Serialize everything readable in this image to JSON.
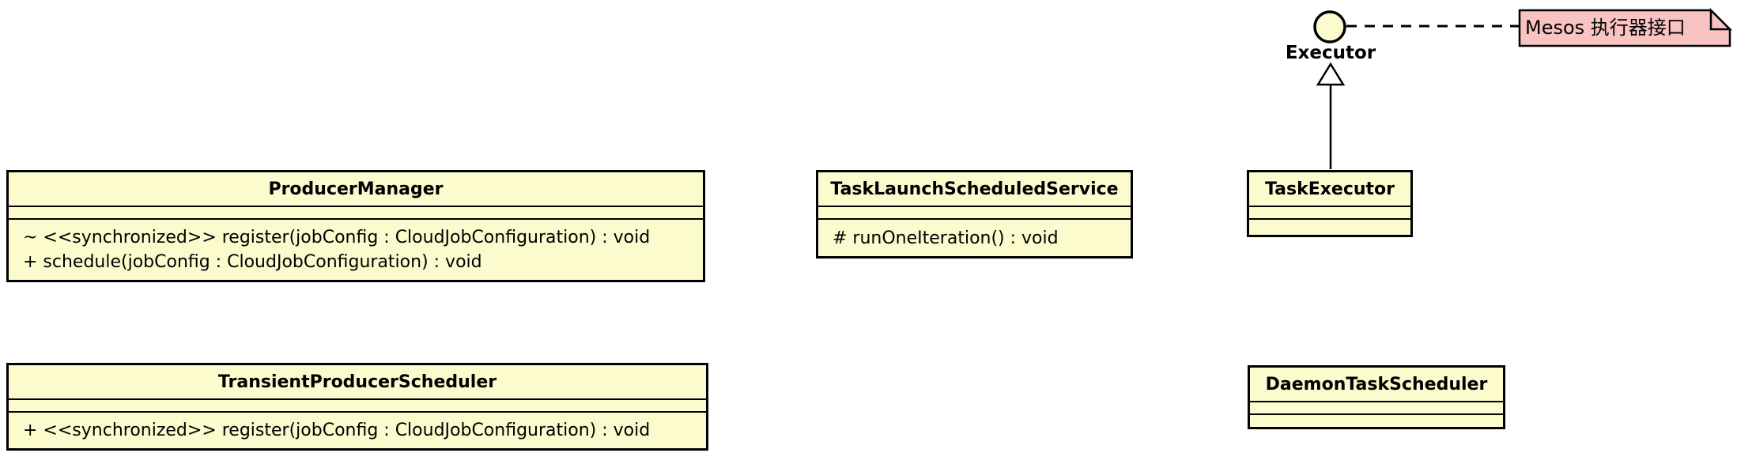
{
  "diagram": {
    "type": "uml-class-diagram",
    "interface": {
      "label": "Executor"
    },
    "note": {
      "text": "Mesos 执行器接口"
    },
    "colors": {
      "class_fill": "#FBFBCE",
      "note_fill": "#F9C3C3",
      "border": "#000000",
      "arrow_fill": "#FFFFFF",
      "background": "#FFFFFF"
    }
  },
  "classes": [
    {
      "name": "ProducerManager",
      "methods": [
        "~ <<synchronized>> register(jobConfig : CloudJobConfiguration) : void",
        "+ schedule(jobConfig : CloudJobConfiguration) : void"
      ]
    },
    {
      "name": "TransientProducerScheduler",
      "methods": [
        "+ <<synchronized>> register(jobConfig : CloudJobConfiguration) : void"
      ]
    },
    {
      "name": "TaskLaunchScheduledService",
      "methods": [
        "# runOneIteration() : void"
      ]
    },
    {
      "name": "TaskExecutor",
      "methods": []
    },
    {
      "name": "DaemonTaskScheduler",
      "methods": []
    }
  ]
}
